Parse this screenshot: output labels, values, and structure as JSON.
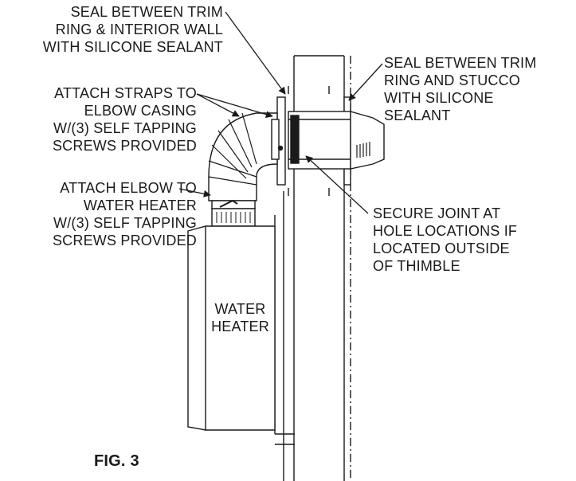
{
  "callouts": {
    "seal_interior": [
      "SEAL BETWEEN TRIM",
      "RING & INTERIOR WALL",
      "WITH SILICONE SEALANT"
    ],
    "attach_straps": [
      "ATTACH STRAPS TO",
      "ELBOW CASING",
      "W/(3) SELF TAPPING",
      "SCREWS PROVIDED"
    ],
    "attach_elbow": [
      "ATTACH ELBOW TO",
      "WATER HEATER",
      "W/(3) SELF TAPPING",
      "SCREWS PROVIDED"
    ],
    "seal_stucco": [
      "SEAL BETWEEN TRIM",
      "RING AND STUCCO",
      "WITH SILICONE",
      "SEALANT"
    ],
    "secure_joint": [
      "SECURE JOINT AT",
      "HOLE LOCATIONS IF",
      "LOCATED OUTSIDE",
      "OF THIMBLE"
    ]
  },
  "heater_label": [
    "WATER",
    "HEATER"
  ],
  "figure_label": "FIG. 3",
  "colors": {
    "line": "#1a1a1a",
    "text": "#1a1a1a",
    "background": "#ffffff"
  }
}
